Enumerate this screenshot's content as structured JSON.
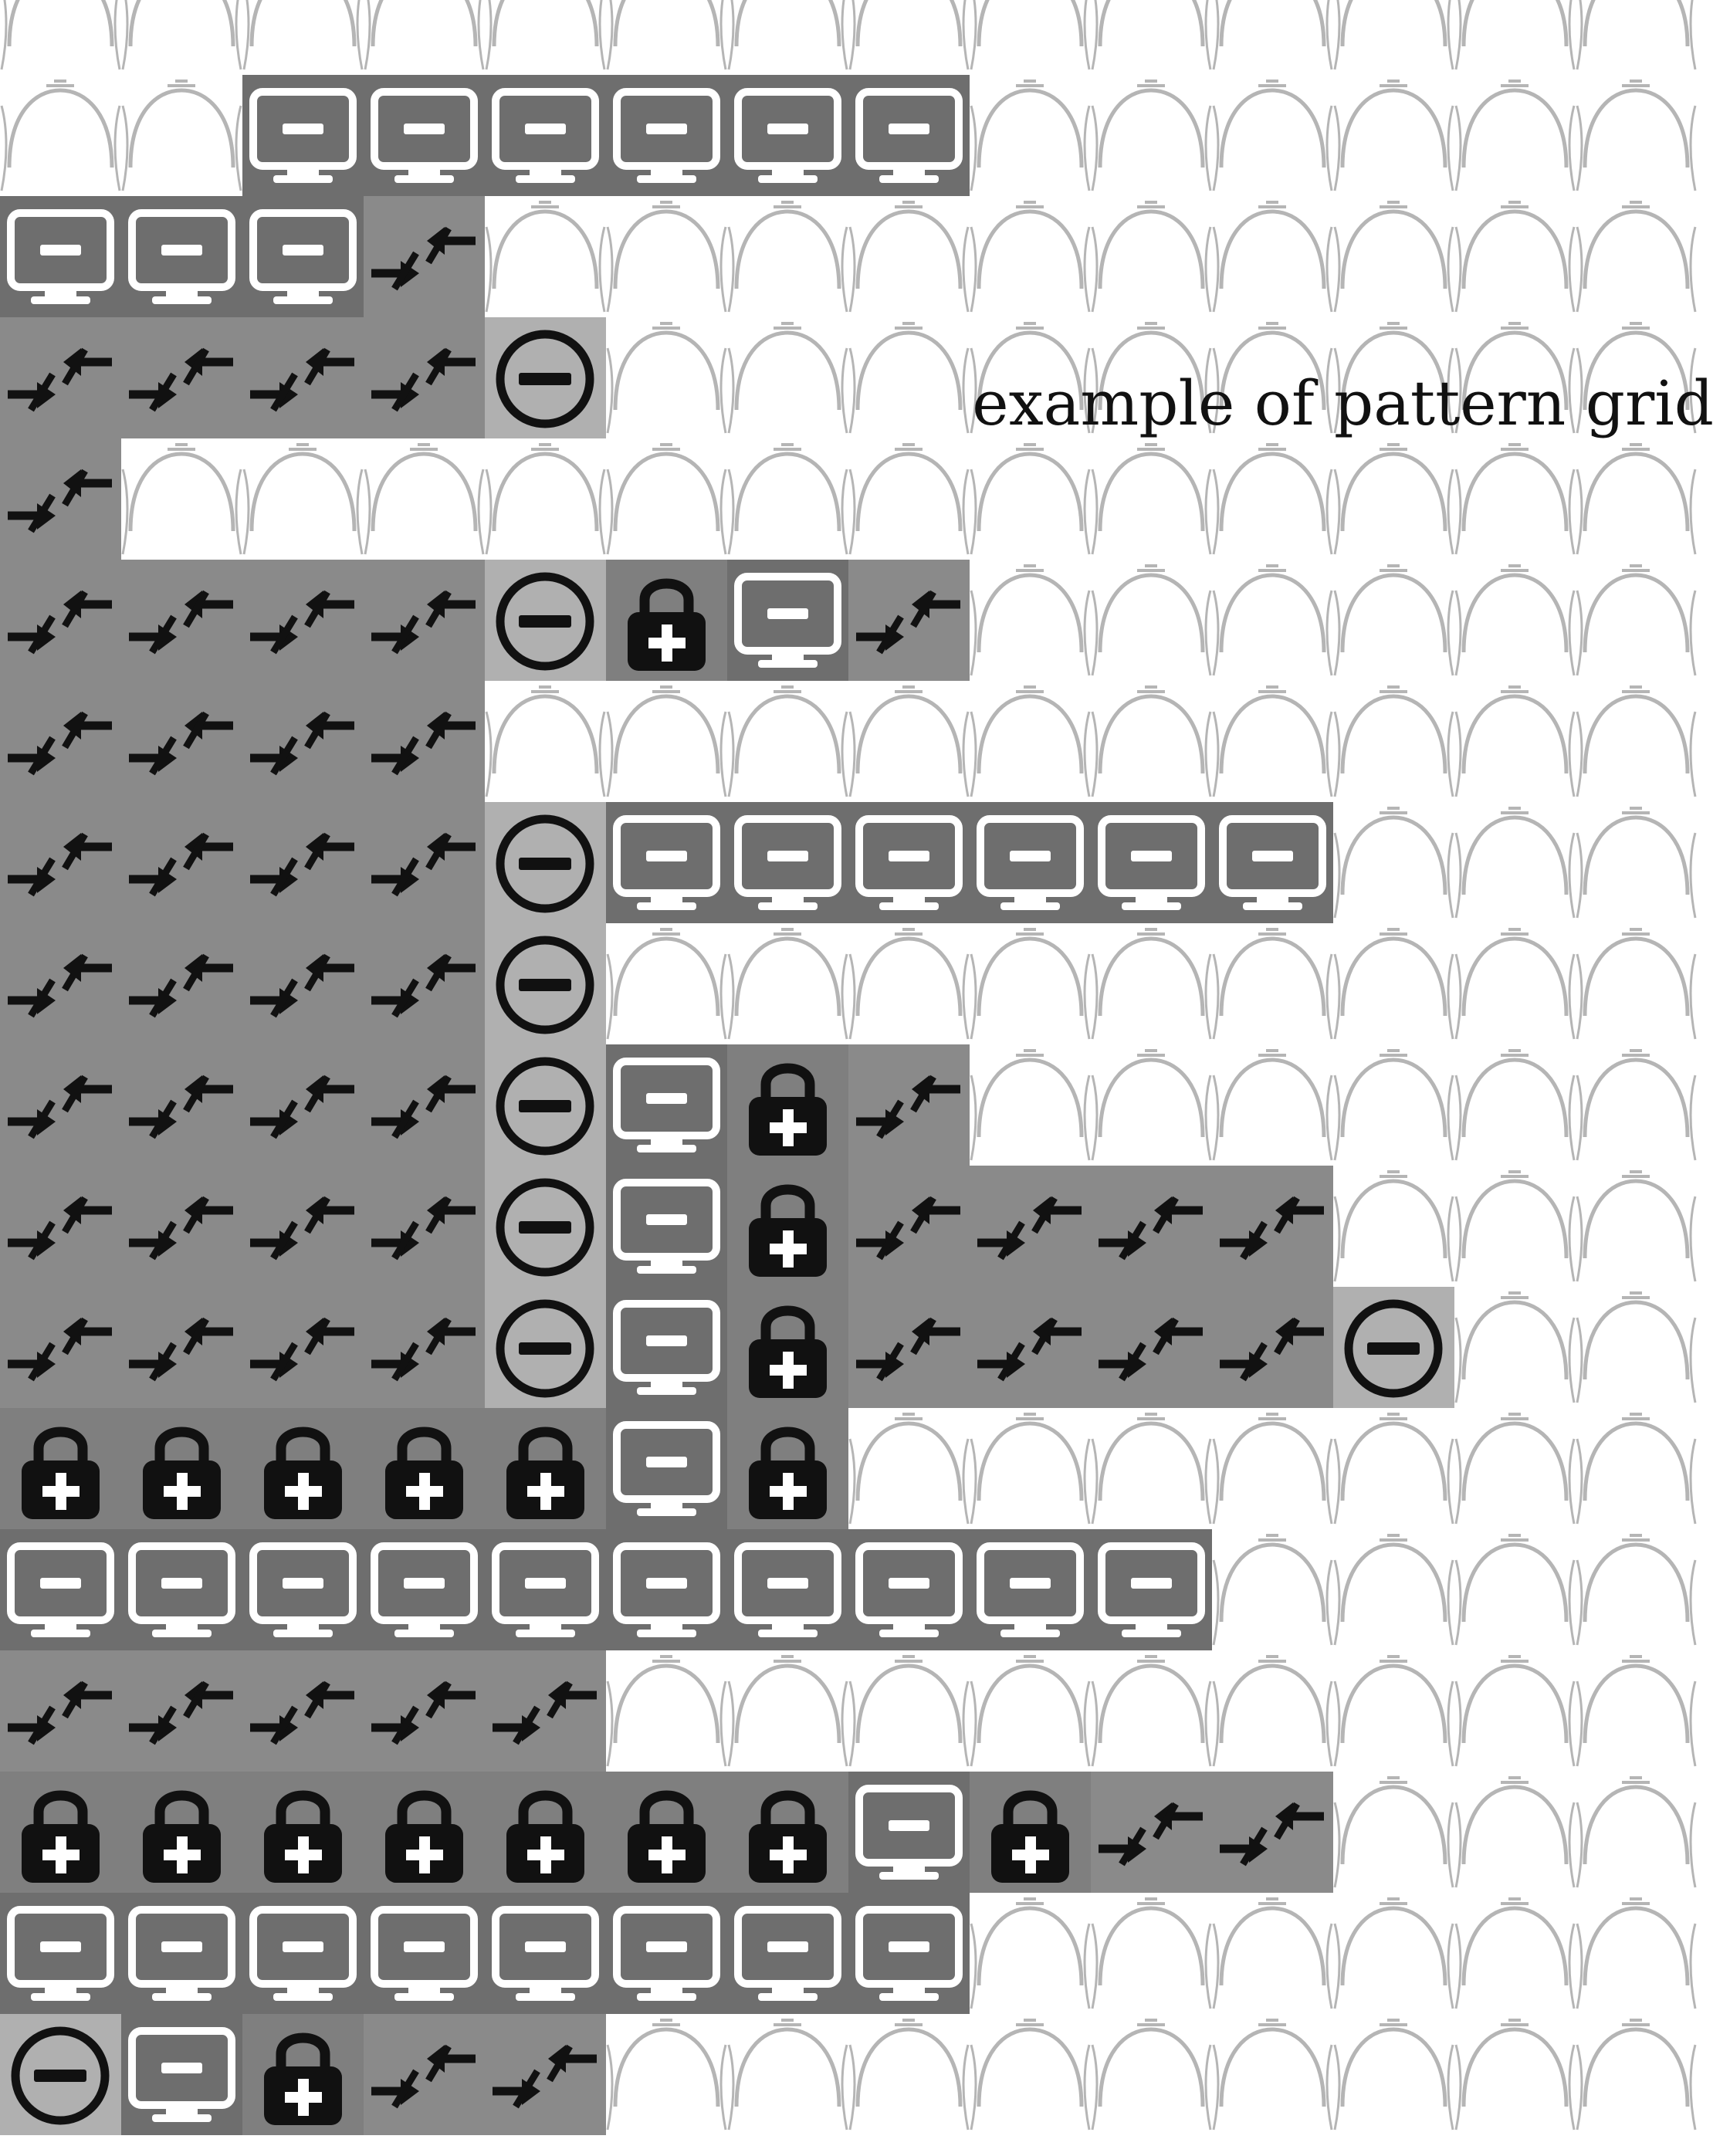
{
  "caption": "example of pattern grid",
  "colors": {
    "background": "#ffffff",
    "empty_outline": "#b5b5b5",
    "arrows_fill": "#8a8a8a",
    "monitor_fill": "#6e6e6e",
    "lock_fill": "#7f7f7f",
    "circle_fill": "#b0b0b0",
    "glyph_dark": "#111111",
    "glyph_light": "#ffffff"
  },
  "legend": {
    ".": "empty-arc-icon",
    "M": "monitor-minus-icon",
    "A": "arrows-collapse-icon",
    "C": "circle-minus-icon",
    "L": "lock-plus-icon"
  },
  "grid_rows": [
    "..............",
    "..MMMMMM......",
    "MMMA..........",
    "AAAAC.........",
    "A.............",
    "AAAACLMA......",
    "AAAA..........",
    "AAAACMMMMMM...",
    "AAAAC.........",
    "AAAACMLA......",
    "AAAACMLAAAA...",
    "AAAACMLAAAAC..",
    "LLLLLML.......",
    "MMMMMMMMMM....",
    "AAAAA.........",
    "LLLLLLLMLAA...",
    "MMMMMMMM......",
    "CMLAA........."
  ]
}
